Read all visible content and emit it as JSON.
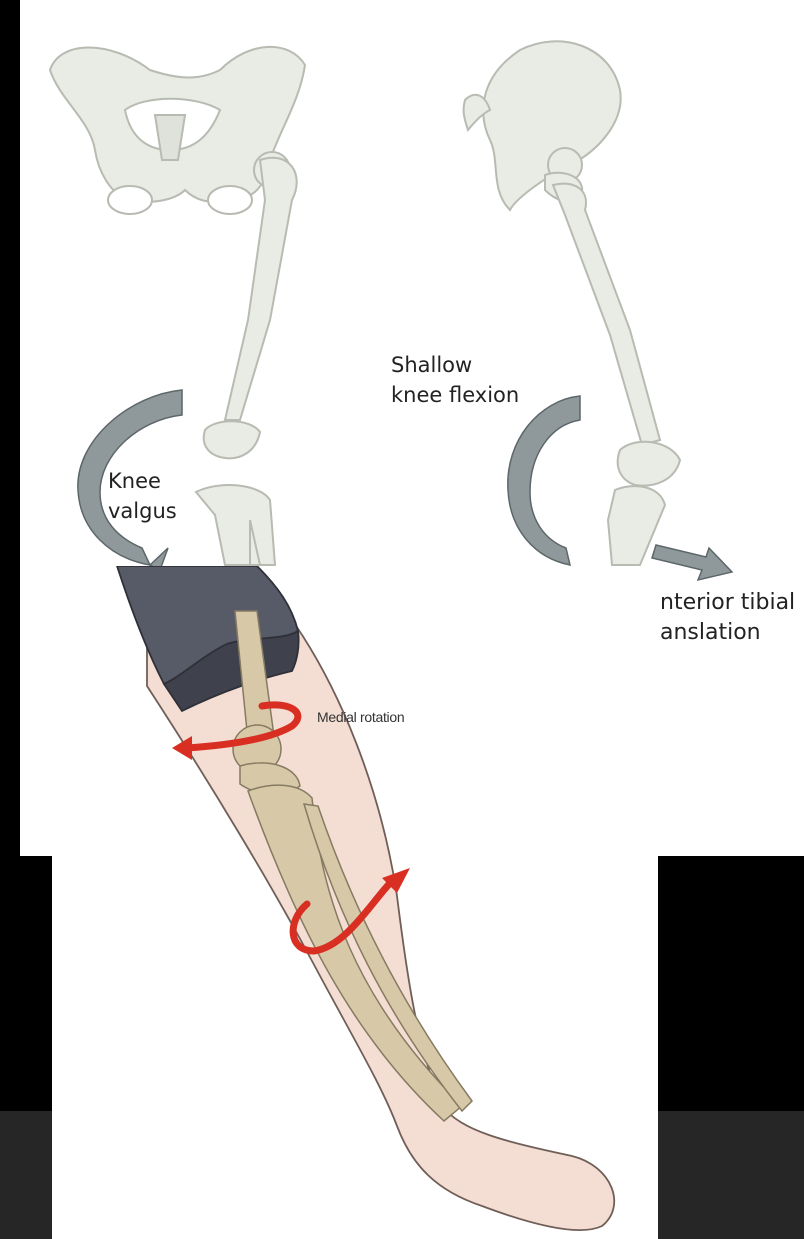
{
  "labels": {
    "knee_valgus": "Knee\nvalgus",
    "shallow_knee_flexion": "Shallow\nknee flexion",
    "anterior_tibial_translation": "nterior tibial\nanslation",
    "medial_rotation": "Medial rotation"
  },
  "colors": {
    "background": "#000000",
    "panel": "#ffffff",
    "footer_bar": "#262626",
    "bone": "#e9ebe5",
    "bone_outline": "#b7bbb1",
    "motion_arrow": "#8f999b",
    "skin": "#f4ddd2",
    "sleeve": "#575a67",
    "lower_leg_bone": "#d7c9a8",
    "rotation_arrow": "#d92f22"
  },
  "icons": {
    "pelvis_front": "pelvis-front-icon",
    "pelvis_side": "pelvis-side-icon",
    "valgus_arrow": "curved-arrow-icon",
    "flexion_arrow": "curved-arrow-icon",
    "translation_arrow": "straight-arrow-icon",
    "rotation_arrows": "rotation-arrow-icon"
  }
}
